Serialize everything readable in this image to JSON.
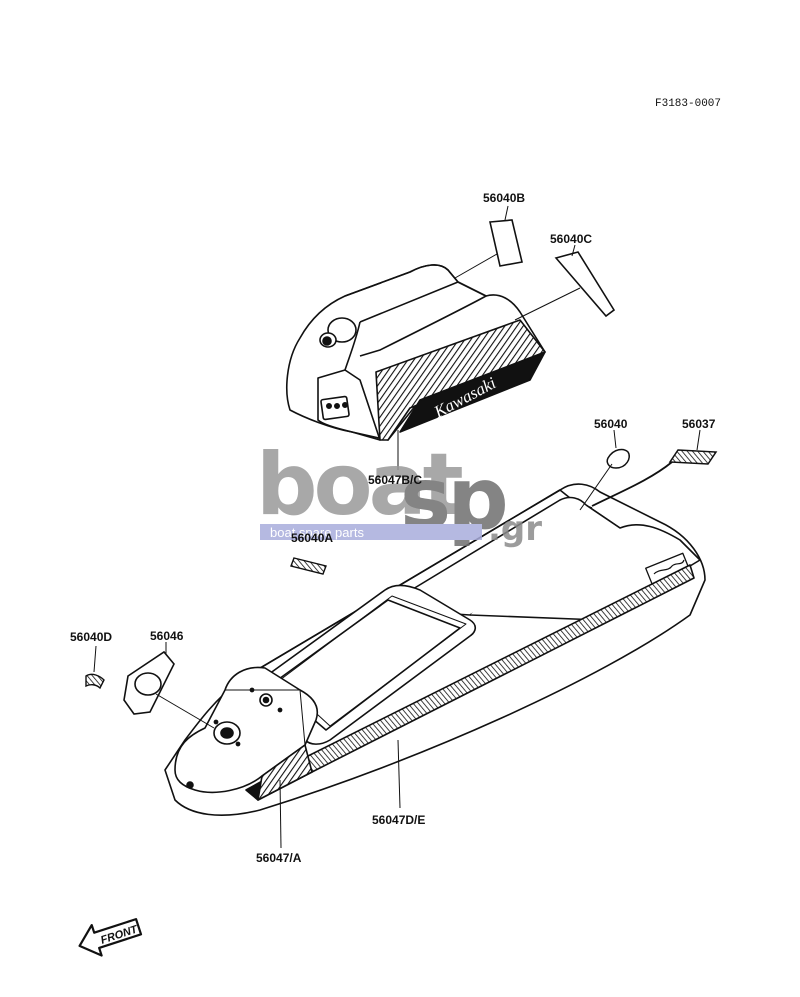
{
  "diagram": {
    "figure_code": "F3183-0007",
    "parts": [
      {
        "id": "56040B"
      },
      {
        "id": "56040C"
      },
      {
        "id": "56047B/C"
      },
      {
        "id": "56040"
      },
      {
        "id": "56037"
      },
      {
        "id": "56040A"
      },
      {
        "id": "56040D"
      },
      {
        "id": "56046"
      },
      {
        "id": "56047D/E"
      },
      {
        "id": "56047/A"
      }
    ],
    "hood_brand": "Kawasaki",
    "front_marker": "FRONT"
  },
  "watermark": {
    "brand_a": "boat",
    "brand_b": "sp",
    "suffix": ".gr",
    "tagline": "boat spare parts"
  },
  "colors": {
    "ink": "#111111",
    "watermark_gray": "#9a9a9a",
    "watermark_dark": "#6f6f6f",
    "watermark_blue": "#b9bede",
    "tagline_bar": "#a9addc"
  }
}
